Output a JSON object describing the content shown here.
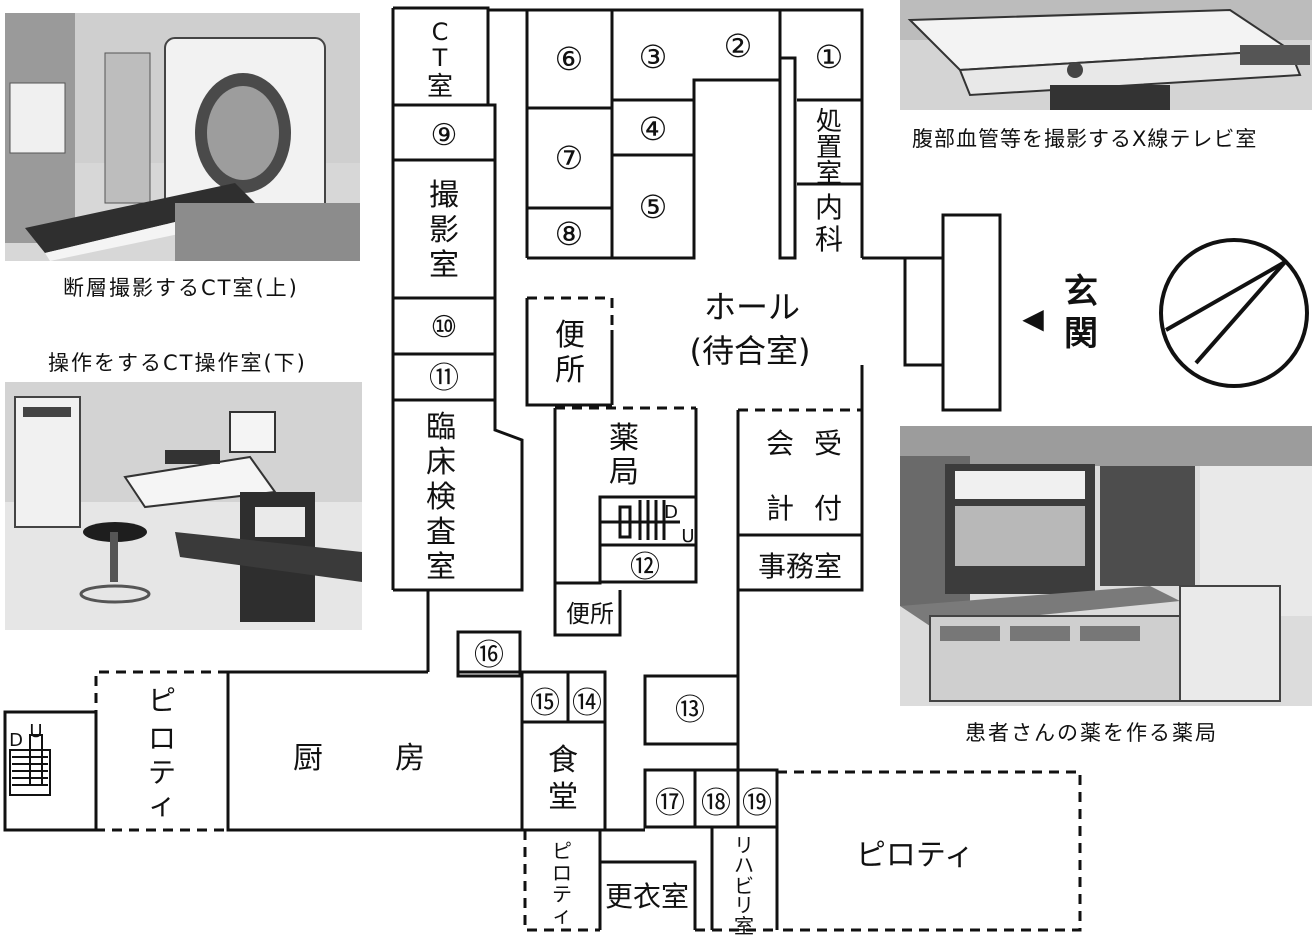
{
  "captions": {
    "ct_room": "断層撮影するCT室(上)",
    "ct_control": "操作をするCT操作室(下)",
    "xray_tv": "腹部血管等を撮影するX線テレビ室",
    "pharmacy": "患者さんの薬を作る薬局"
  },
  "rooms": {
    "ct": [
      "C",
      "T",
      "室"
    ],
    "n9": "⑨",
    "radiography": [
      "撮",
      "影",
      "室"
    ],
    "n10": "⑩",
    "n11": "⑪",
    "clinical_lab": [
      "臨",
      "床",
      "検",
      "査",
      "室"
    ],
    "n6": "⑥",
    "n3": "③",
    "n2": "②",
    "n1": "①",
    "n4": "④",
    "n7": "⑦",
    "n5": "⑤",
    "n8": "⑧",
    "treatment": [
      "処",
      "置",
      "室"
    ],
    "internal_medicine": [
      "内",
      "科"
    ],
    "hall_1": "ホール",
    "hall_2": "(待合室)",
    "toilet": [
      "便",
      "所"
    ],
    "pharmacy": [
      "薬",
      "局"
    ],
    "stair_d": "D",
    "stair_u": "U",
    "n12": "⑫",
    "toilet_small": "便所",
    "accounting_1": "会",
    "accounting_2": "計",
    "reception_1": "受",
    "reception_2": "付",
    "office": "事務室",
    "entrance": [
      "玄",
      "関"
    ],
    "entrance_arrow": "◀",
    "n16": "⑯",
    "n15": "⑮",
    "n14": "⑭",
    "n13": "⑬",
    "n17": "⑰",
    "n18": "⑱",
    "n19": "⑲",
    "pilotis_left": [
      "ピ",
      "ロ",
      "テ",
      "ィ"
    ],
    "kitchen_1": "厨",
    "kitchen_2": "房",
    "dining": [
      "食",
      "堂"
    ],
    "pilotis_small": [
      "ピ",
      "ロ",
      "テ",
      "ィ"
    ],
    "changing": "更衣室",
    "rehab": [
      "リ",
      "ハ",
      "ビ",
      "リ",
      "室"
    ],
    "pilotis_right": "ピロティ",
    "stair2_d": "D",
    "stair2_u": "U"
  },
  "colors": {
    "line": "#111111",
    "photo_dark": "#3a3a3a",
    "photo_mid": "#8a8a8a",
    "photo_light": "#e2e2e2"
  }
}
